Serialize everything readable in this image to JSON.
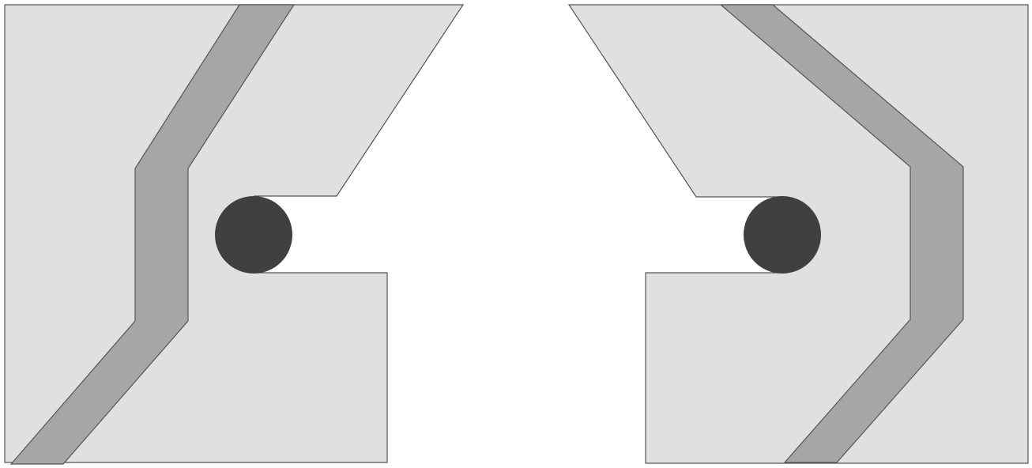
{
  "colors": {
    "background": "#ffffff",
    "panel_fill": "#e0e0e0",
    "band_fill": "#a6a6a6",
    "circle_fill": "#404040",
    "outline": "#555555"
  },
  "parts": {
    "left": {
      "panel": "left-panel",
      "band": "left-band",
      "circle": "left-circle"
    },
    "right": {
      "panel": "right-panel",
      "band": "right-band",
      "circle": "right-circle"
    }
  }
}
